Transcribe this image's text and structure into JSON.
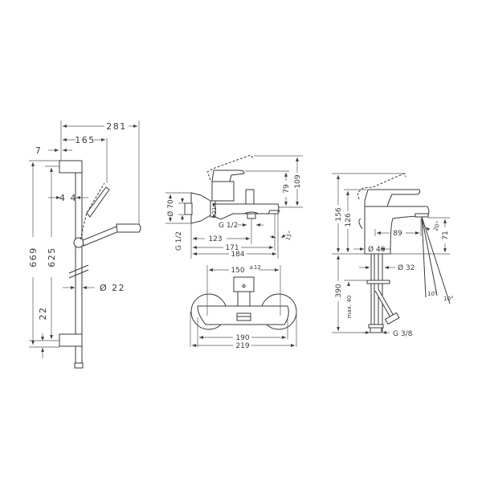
{
  "drawing": {
    "background": "#ffffff",
    "line_color": "#3a3a3a",
    "shower_rail": {
      "width_total": "281",
      "width_handshower": "165",
      "offset_top": "7",
      "offset_rail": "4 4",
      "height_total": "669",
      "height_inner": "625",
      "bottom_offset": "22",
      "rail_diameter": "Ø 22"
    },
    "bath_mixer_side": {
      "height_total": "109",
      "height_lever": "79",
      "wall_flange_diameter": "Ø 70",
      "connection_thread": "G 1/2",
      "outlet_height": "21",
      "diverter_thread": "G 1/2",
      "spout_angle": "15°",
      "length_123": "123",
      "length_171": "171",
      "length_184": "184"
    },
    "bath_mixer_front": {
      "centers": "150",
      "centers_tolerance": "±12",
      "width_body": "190",
      "width_total": "219"
    },
    "basin_mixer": {
      "height_total": "156",
      "height_body": "126",
      "spout_reach": "89",
      "spout_height": "71",
      "spray_angle": "20°",
      "body_diameter": "Ø 46",
      "shank_diameter": "Ø 32",
      "hose_length": "390",
      "max_thickness": "max. 40",
      "hose_thread": "G 3/8",
      "spray_angle_a": "10°",
      "spray_angle_b": "10°"
    }
  }
}
